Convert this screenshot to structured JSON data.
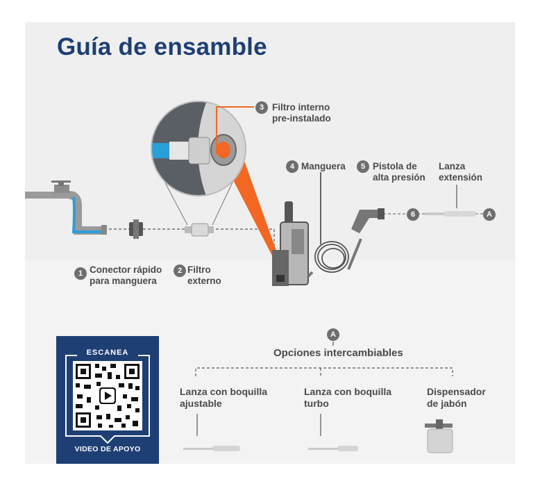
{
  "title": "Guía de ensamble",
  "steps": [
    {
      "number": "1",
      "lines": [
        "Conector rápido",
        "para manguera"
      ]
    },
    {
      "number": "2",
      "lines": [
        "Filtro",
        "externo"
      ]
    },
    {
      "number": "3",
      "lines": [
        "Filtro interno",
        "pre-instalado"
      ]
    },
    {
      "number": "4",
      "lines": [
        "Manguera"
      ]
    },
    {
      "number": "5",
      "lines": [
        "Pistola de",
        "alta presión"
      ]
    },
    {
      "number": "6"
    }
  ],
  "extension": {
    "lines": [
      "Lanza",
      "extensión"
    ],
    "badge": "A"
  },
  "options": {
    "badge": "A",
    "title": "Opciones intercambiables",
    "items": [
      {
        "lines": [
          "Lanza con boquilla",
          "ajustable"
        ]
      },
      {
        "lines": [
          "Lanza con boquilla",
          "turbo"
        ]
      },
      {
        "lines": [
          "Dispensador",
          "de jabón"
        ]
      }
    ]
  },
  "qr": {
    "top_label": "ESCANEA",
    "bottom_label": "VIDEO DE APOYO"
  },
  "colors": {
    "brand_blue": "#1e3f74",
    "accent_orange": "#f26722",
    "water_blue": "#2a9fd8",
    "badge_gray": "#6e6e6e"
  }
}
